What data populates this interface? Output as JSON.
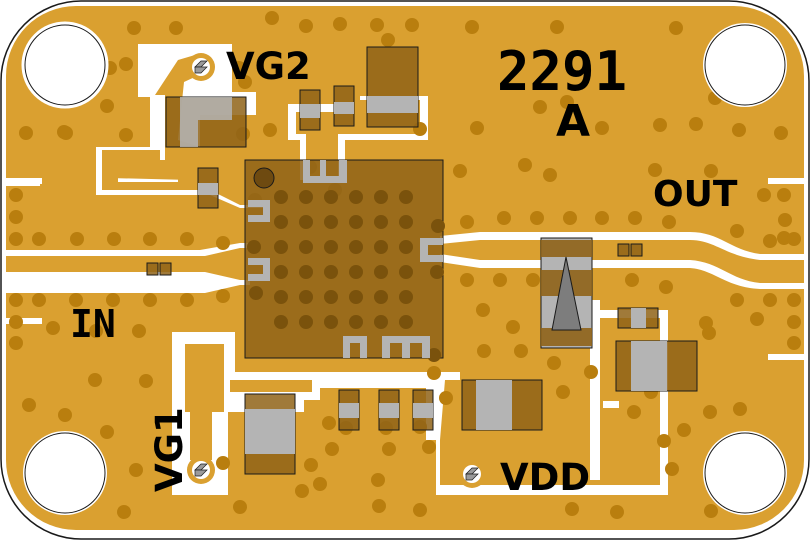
{
  "board": {
    "part_number": "2291",
    "revision": "A",
    "colors": {
      "copper": "#DAA030",
      "via": "#B97E0E",
      "substrate_gap": "#FFFFFF",
      "component_body": "#8F6318",
      "component_pad": "#B4B4B4",
      "outline": "#1A1A1A"
    }
  },
  "labels": {
    "vg2": "VG2",
    "vg1": "VG1",
    "vdd": "VDD",
    "in": "IN",
    "out": "OUT"
  },
  "test_points": [
    {
      "name": "VG2",
      "label": "VG2"
    },
    {
      "name": "VG1",
      "label": "VG1"
    },
    {
      "name": "VDD",
      "label": "VDD"
    }
  ],
  "ports": [
    {
      "name": "IN",
      "label": "IN"
    },
    {
      "name": "OUT",
      "label": "OUT"
    }
  ],
  "mounting_holes": 4
}
